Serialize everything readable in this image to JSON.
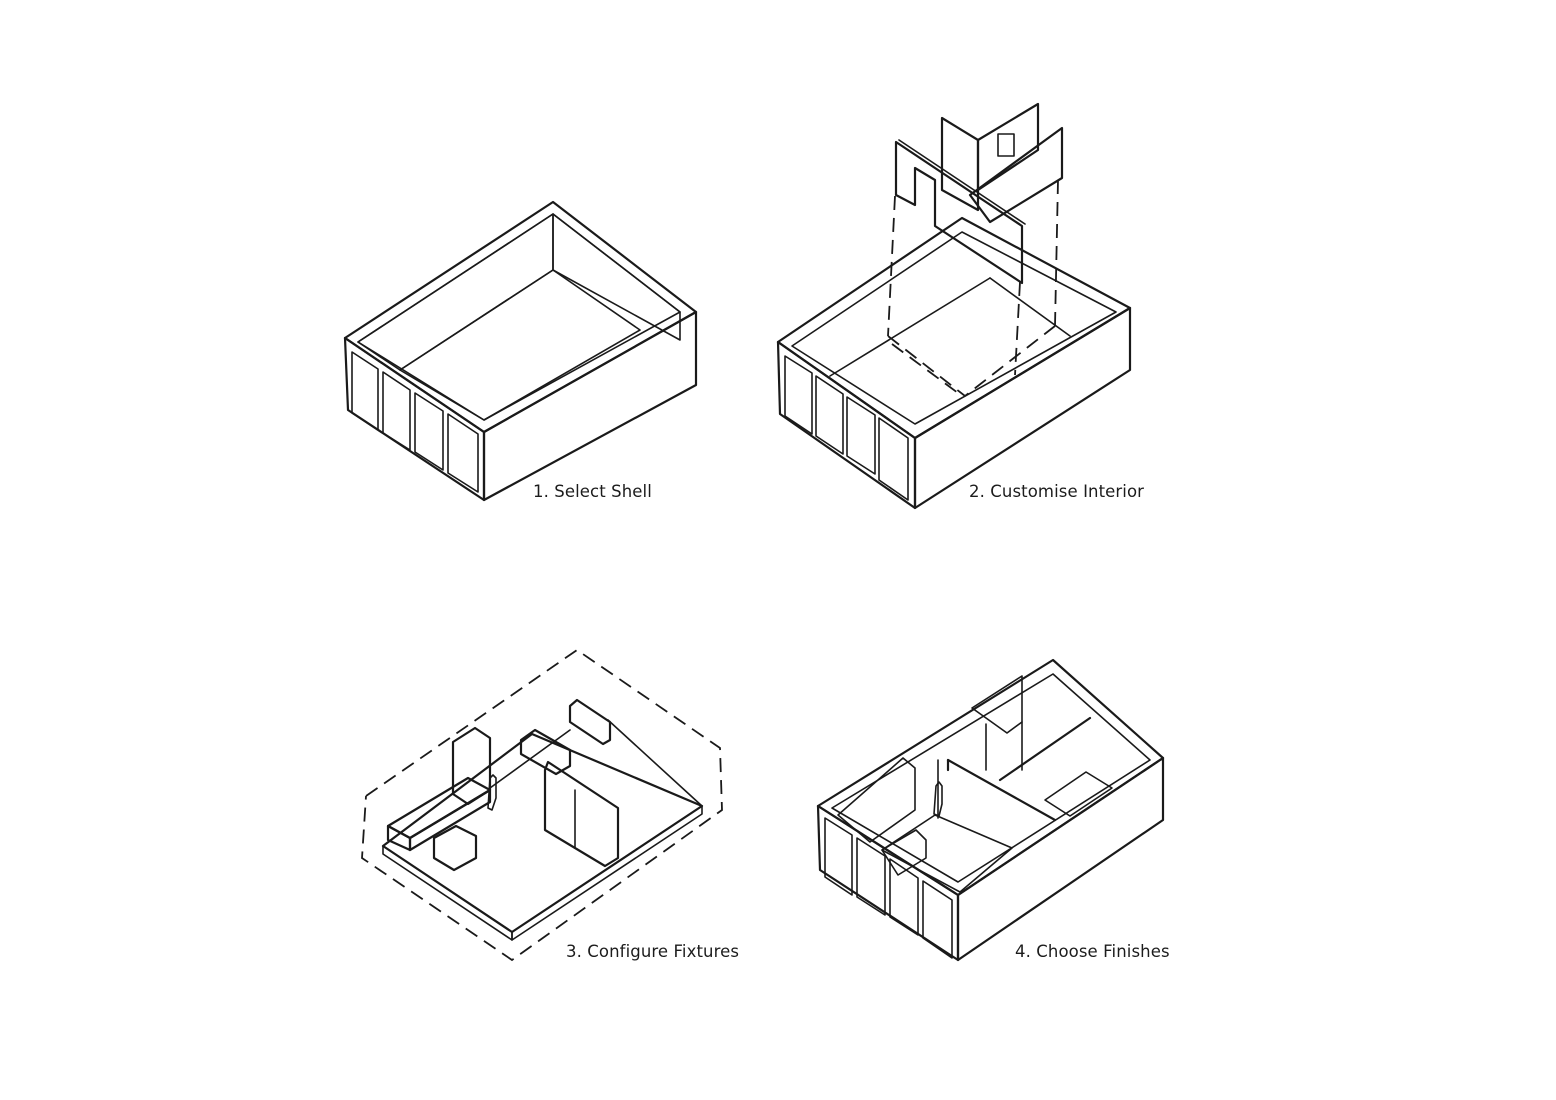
{
  "diagram": {
    "type": "process-steps",
    "style": "hand-drawn isometric sketches",
    "colors": {
      "ink": "#1a1a1a",
      "timber": "#f8d3aa",
      "timber_light": "#fde6cf",
      "floor_finish": "#fbd9b5",
      "tile_green": "#deeae2",
      "cream": "#eeeadb",
      "background": "#ffffff"
    },
    "steps": [
      {
        "number": 1,
        "label": "1. Select Shell"
      },
      {
        "number": 2,
        "label": "2. Customise Interior"
      },
      {
        "number": 3,
        "label": "3. Configure Fixtures"
      },
      {
        "number": 4,
        "label": "4. Choose Finishes"
      }
    ]
  }
}
